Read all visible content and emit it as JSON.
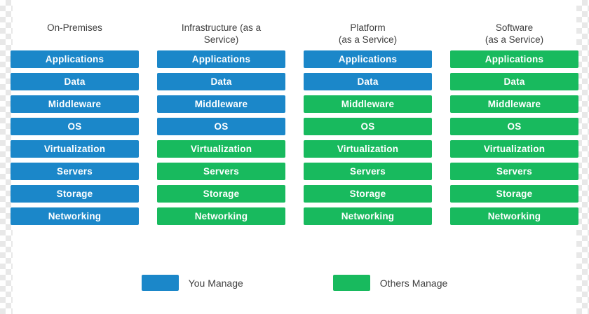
{
  "diagram": {
    "columns": [
      {
        "title": "On-Premises",
        "layers": [
          {
            "label": "Applications",
            "owner": "you"
          },
          {
            "label": "Data",
            "owner": "you"
          },
          {
            "label": "Middleware",
            "owner": "you"
          },
          {
            "label": "OS",
            "owner": "you"
          },
          {
            "label": "Virtualization",
            "owner": "you"
          },
          {
            "label": "Servers",
            "owner": "you"
          },
          {
            "label": "Storage",
            "owner": "you"
          },
          {
            "label": "Networking",
            "owner": "you"
          }
        ]
      },
      {
        "title": "Infrastructure (as a\nService)",
        "layers": [
          {
            "label": "Applications",
            "owner": "you"
          },
          {
            "label": "Data",
            "owner": "you"
          },
          {
            "label": "Middleware",
            "owner": "you"
          },
          {
            "label": "OS",
            "owner": "you"
          },
          {
            "label": "Virtualization",
            "owner": "others"
          },
          {
            "label": "Servers",
            "owner": "others"
          },
          {
            "label": "Storage",
            "owner": "others"
          },
          {
            "label": "Networking",
            "owner": "others"
          }
        ]
      },
      {
        "title": "Platform\n(as a Service)",
        "layers": [
          {
            "label": "Applications",
            "owner": "you"
          },
          {
            "label": "Data",
            "owner": "you"
          },
          {
            "label": "Middleware",
            "owner": "others"
          },
          {
            "label": "OS",
            "owner": "others"
          },
          {
            "label": "Virtualization",
            "owner": "others"
          },
          {
            "label": "Servers",
            "owner": "others"
          },
          {
            "label": "Storage",
            "owner": "others"
          },
          {
            "label": "Networking",
            "owner": "others"
          }
        ]
      },
      {
        "title": "Software\n(as a Service)",
        "layers": [
          {
            "label": "Applications",
            "owner": "others"
          },
          {
            "label": "Data",
            "owner": "others"
          },
          {
            "label": "Middleware",
            "owner": "others"
          },
          {
            "label": "OS",
            "owner": "others"
          },
          {
            "label": "Virtualization",
            "owner": "others"
          },
          {
            "label": "Servers",
            "owner": "others"
          },
          {
            "label": "Storage",
            "owner": "others"
          },
          {
            "label": "Networking",
            "owner": "others"
          }
        ]
      }
    ],
    "legend": [
      {
        "label": "You Manage",
        "owner": "you"
      },
      {
        "label": "Others Manage",
        "owner": "others"
      }
    ],
    "colors": {
      "you": "#1b87c9",
      "others": "#18ba5e",
      "text": "#3f3f3f"
    }
  }
}
